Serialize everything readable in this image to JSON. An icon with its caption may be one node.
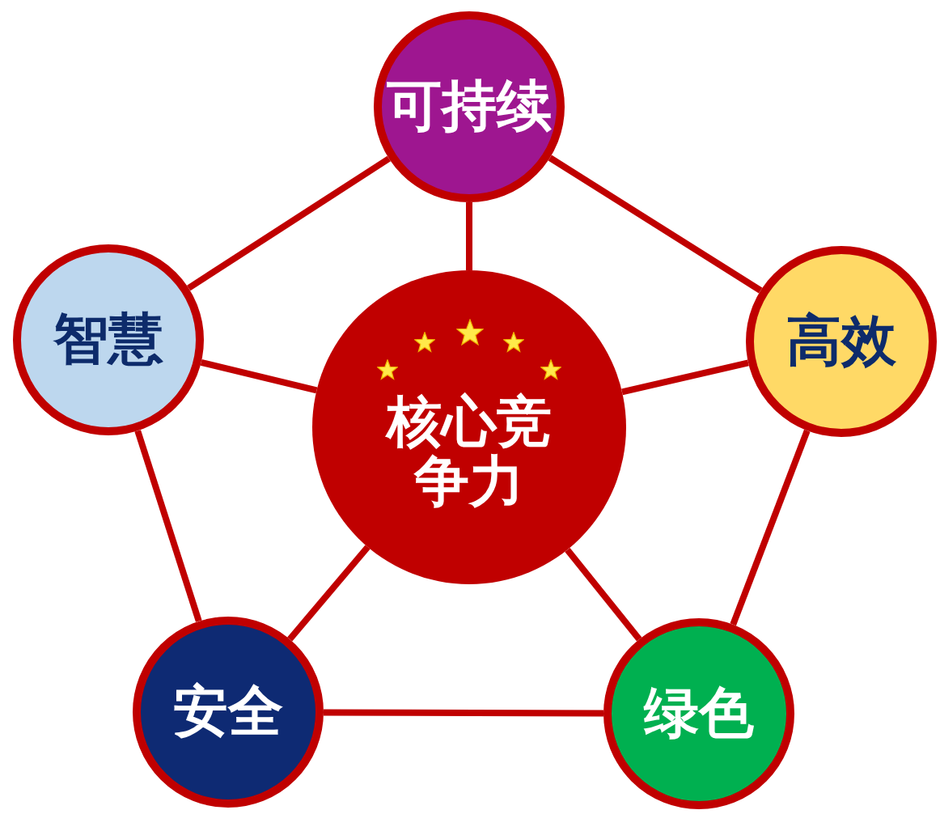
{
  "diagram": {
    "nodes": [
      {
        "text": [
          "可持续"
        ]
      },
      {
        "text": [
          "智慧"
        ]
      },
      {
        "text": [
          "核心竞争力"
        ]
      },
      {
        "text": [
          "高效"
        ]
      },
      {
        "text": [
          "安全"
        ]
      },
      {
        "text": [
          "绿色"
        ]
      }
    ],
    "edges": [
      {
        "from": 0,
        "to": 1,
        "arrow": "none"
      },
      {
        "from": 0,
        "to": 3,
        "arrow": "none"
      },
      {
        "from": 0,
        "to": 2,
        "arrow": "none"
      },
      {
        "from": 1,
        "to": 2,
        "arrow": "none"
      },
      {
        "from": 2,
        "to": 3,
        "arrow": "none"
      },
      {
        "from": 1,
        "to": 4,
        "arrow": "none"
      },
      {
        "from": 3,
        "to": 5,
        "arrow": "none"
      },
      {
        "from": 2,
        "to": 4,
        "arrow": "none"
      },
      {
        "from": 2,
        "to": 5,
        "arrow": "none"
      },
      {
        "from": 4,
        "to": 5,
        "arrow": "none"
      }
    ]
  }
}
